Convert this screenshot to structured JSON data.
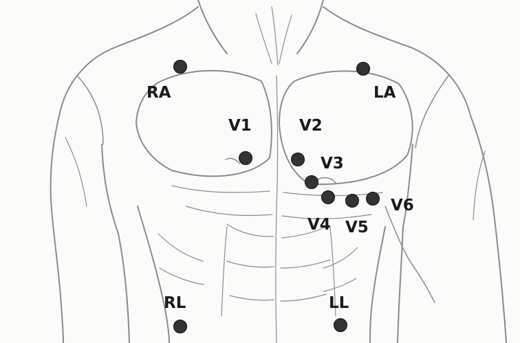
{
  "electrodes": [
    {
      "id": "RA",
      "label": "RA"
    },
    {
      "id": "LA",
      "label": "LA"
    },
    {
      "id": "V1",
      "label": "V1"
    },
    {
      "id": "V2",
      "label": "V2"
    },
    {
      "id": "V3",
      "label": "V3"
    },
    {
      "id": "V4",
      "label": "V4"
    },
    {
      "id": "V5",
      "label": "V5"
    },
    {
      "id": "V6",
      "label": "V6"
    },
    {
      "id": "RL",
      "label": "RL"
    },
    {
      "id": "LL",
      "label": "LL"
    }
  ],
  "colors": {
    "electrode_fill": "#333333",
    "label": "#1a1a1a",
    "sketch_line": "#8a8a8a"
  }
}
